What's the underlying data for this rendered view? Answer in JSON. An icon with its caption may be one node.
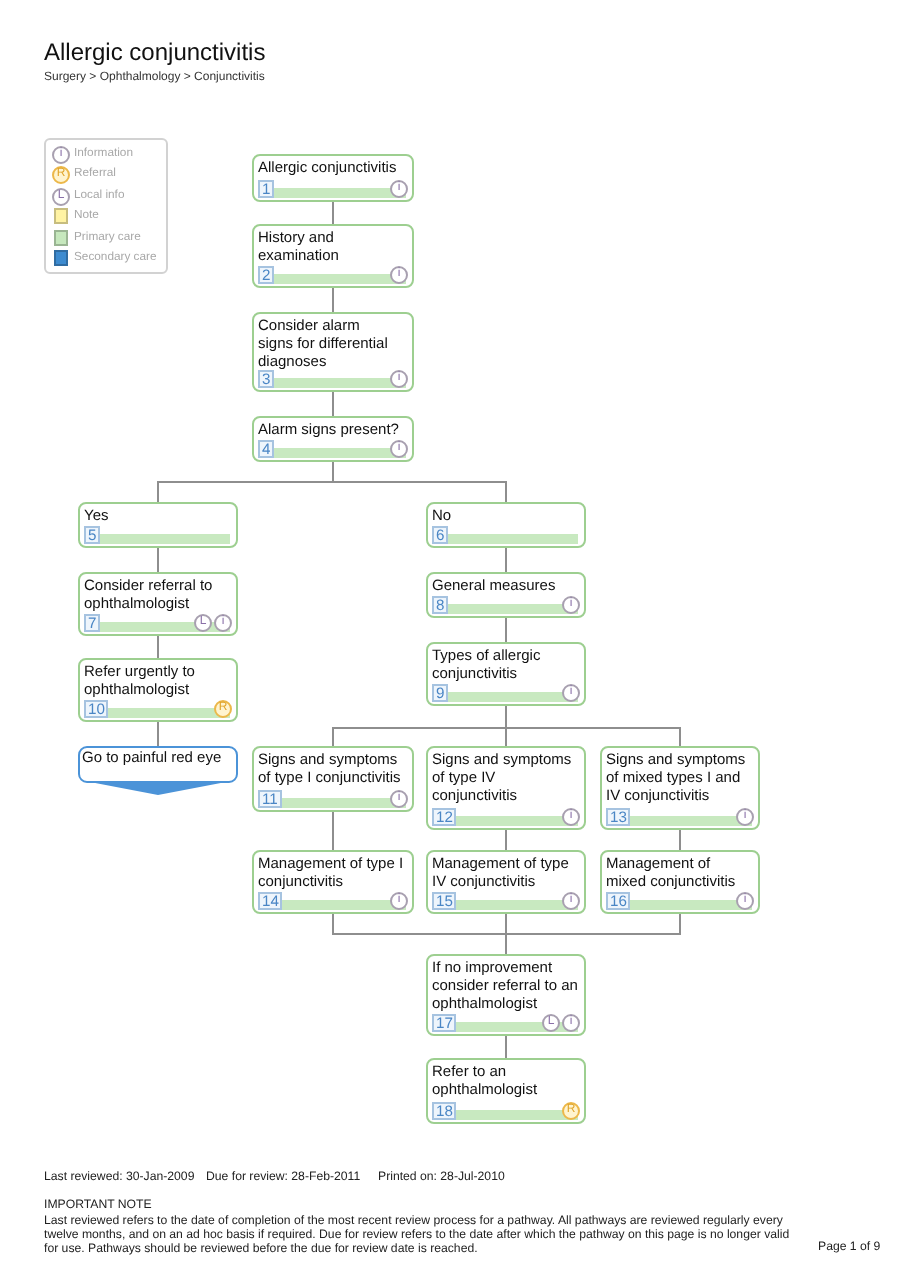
{
  "diagram": {
    "title": "Allergic conjunctivitis",
    "nodes": [
      {
        "text": [
          "Allergic conjunctivitis",
          "1",
          "i"
        ]
      },
      {
        "text": [
          "History and examination",
          "2",
          "i"
        ]
      },
      {
        "text": [
          "Consider alarm signs for differential diagnoses",
          "3",
          "i"
        ]
      },
      {
        "text": [
          "Alarm signs present?",
          "4",
          "i"
        ]
      },
      {
        "text": [
          "Yes",
          "5"
        ]
      },
      {
        "text": [
          "No",
          "6"
        ]
      },
      {
        "text": [
          "Consider referral to ophthalmologist",
          "7",
          "L",
          "i"
        ]
      },
      {
        "text": [
          "General measures",
          "8",
          "i"
        ]
      },
      {
        "text": [
          "Types of allergic conjunctivitis",
          "9",
          "i"
        ]
      },
      {
        "text": [
          "Refer urgently to ophthalmologist",
          "10",
          "R"
        ]
      },
      {
        "text": [
          "Go to painful red eye"
        ]
      },
      {
        "text": [
          "Signs and symptoms of type I conjunctivitis",
          "11",
          "i"
        ]
      },
      {
        "text": [
          "Signs and symptoms of type IV conjunctivitis",
          "12",
          "i"
        ]
      },
      {
        "text": [
          "Signs and symptoms of mixed types I and IV conjunctivitis",
          "13",
          "i"
        ]
      },
      {
        "text": [
          "Management of type I conjunctivitis",
          "14",
          "i"
        ]
      },
      {
        "text": [
          "Management of type IV conjunctivitis",
          "15",
          "i"
        ]
      },
      {
        "text": [
          "Management of mixed conjunctivitis",
          "16",
          "i"
        ]
      },
      {
        "text": [
          "If no improvement consider referral to an ophthalmologist",
          "17",
          "L",
          "i"
        ]
      },
      {
        "text": [
          "Refer to an ophthalmologist",
          "18",
          "R"
        ]
      }
    ],
    "edges": [
      {
        "from": 0,
        "to": 1,
        "arrow": "none"
      },
      {
        "from": 1,
        "to": 2,
        "arrow": "none"
      },
      {
        "from": 2,
        "to": 3,
        "arrow": "none"
      },
      {
        "from": 3,
        "to": 4,
        "arrow": "none"
      },
      {
        "from": 3,
        "to": 5,
        "arrow": "none"
      },
      {
        "from": 4,
        "to": 6,
        "arrow": "none"
      },
      {
        "from": 6,
        "to": 9,
        "arrow": "none"
      },
      {
        "from": 9,
        "to": 10,
        "arrow": "none"
      },
      {
        "from": 5,
        "to": 7,
        "arrow": "none"
      },
      {
        "from": 7,
        "to": 8,
        "arrow": "none"
      },
      {
        "from": 8,
        "to": 11,
        "arrow": "none"
      },
      {
        "from": 8,
        "to": 12,
        "arrow": "none"
      },
      {
        "from": 8,
        "to": 13,
        "arrow": "none"
      },
      {
        "from": 11,
        "to": 14,
        "arrow": "none"
      },
      {
        "from": 12,
        "to": 15,
        "arrow": "none"
      },
      {
        "from": 13,
        "to": 16,
        "arrow": "none"
      },
      {
        "from": 14,
        "to": 17,
        "arrow": "none"
      },
      {
        "from": 15,
        "to": 17,
        "arrow": "none"
      },
      {
        "from": 16,
        "to": 17,
        "arrow": "none"
      },
      {
        "from": 17,
        "to": 18,
        "arrow": "none"
      }
    ],
    "labels": [
      "Surgery > Ophthalmology > Conjunctivitis",
      "i",
      "R",
      "L",
      "Last reviewed: 30-Jan-2009",
      "Due for review: 28-Feb-2011",
      "Printed on: 28-Jul-2010",
      "IMPORTANT NOTE",
      "Last reviewed refers to the date of completion of the most recent review process for a pathway. All pathways are reviewed regularly every twelve months, and on an ad hoc basis if required. Due for review refers to the date after which the pathway on this page is no longer valid for use. Pathways should be reviewed before the due for review date is reached.",
      "Page 1 of 9"
    ],
    "legend": [
      {
        "text": "Information"
      },
      {
        "text": "Referral"
      },
      {
        "text": "Local info"
      },
      {
        "text": "Note",
        "color": "#fff3a3"
      },
      {
        "text": "Primary care",
        "color": "#c6e8bd"
      },
      {
        "text": "Secondary care",
        "color": "#3d8bd0"
      }
    ]
  }
}
